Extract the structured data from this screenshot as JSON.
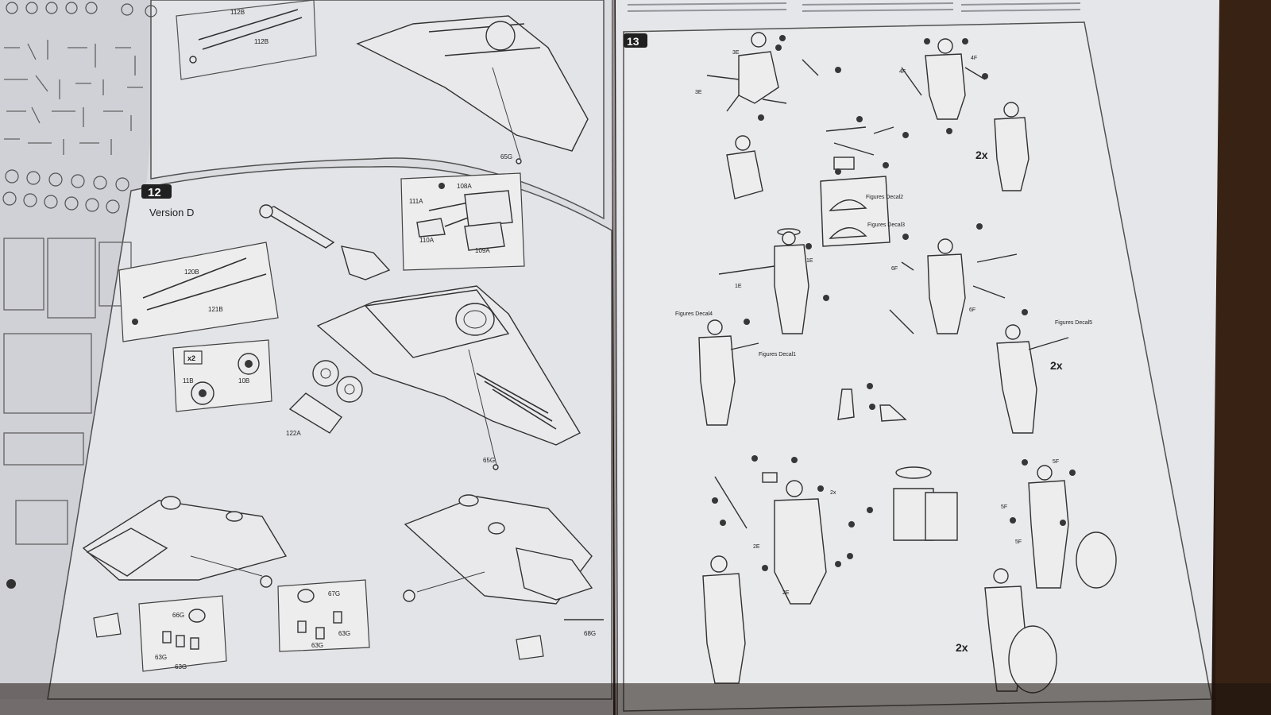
{
  "left_page": {
    "step_12": {
      "number": "12",
      "title": "Version D",
      "callout_top": [
        "108A",
        "111A",
        "110A",
        "109A"
      ],
      "callout_left": [
        "120B",
        "121B"
      ],
      "callout_wheels": [
        "x2",
        "11B",
        "10B"
      ],
      "labels": [
        "122A",
        "65G"
      ],
      "turret_left": [
        "66G",
        "63G",
        "63G"
      ],
      "turret_right": [
        "67G",
        "63G",
        "63G"
      ],
      "turret_right_extra": "68G"
    },
    "step_11_partial": {
      "labels": [
        "112B",
        "112B",
        "65G"
      ]
    }
  },
  "right_page": {
    "step_13": {
      "number": "13",
      "multipliers": [
        "2x",
        "2x",
        "2x"
      ],
      "decal_labels": [
        "Figures Decal4",
        "Figures Decal1",
        "Figures Decal5",
        "Figures Decal2",
        "Figures Decal3"
      ],
      "part_labels": [
        "3E",
        "3E",
        "4F",
        "4F",
        "1E",
        "1E",
        "6F",
        "6F",
        "5F",
        "5F",
        "5F",
        "2E",
        "2E",
        "2x"
      ]
    }
  },
  "colors": {
    "paper_left": "#e7e8ec",
    "paper_right": "#eeeff2",
    "background": "#2a1a12",
    "ink": "#2f2f33"
  }
}
